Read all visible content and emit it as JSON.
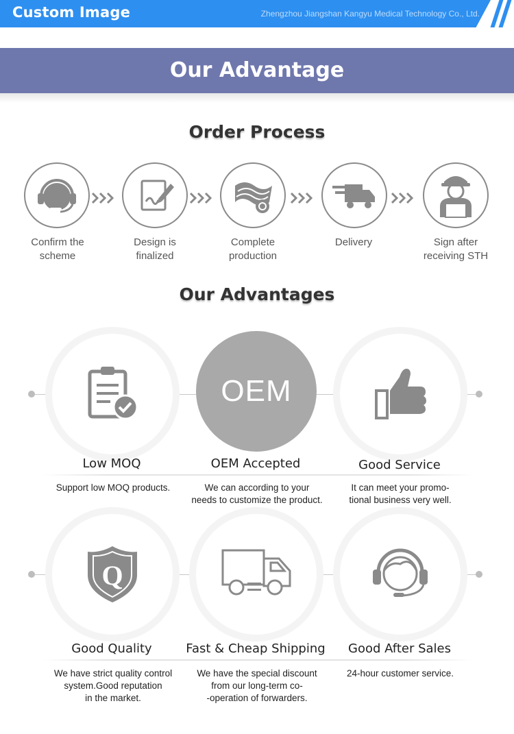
{
  "banner": {
    "title": "Custom Image",
    "company": "Zhengzhou Jiangshan Kangyu Medical Technology Co., Ltd."
  },
  "header": {
    "title": "Our Advantage"
  },
  "order_process": {
    "title": "Order Process",
    "steps": [
      {
        "label": "Confirm the\nscheme",
        "icon": "headset-icon"
      },
      {
        "label": "Design is\nfinalized",
        "icon": "document-sign-icon"
      },
      {
        "label": "Complete\nproduction",
        "icon": "fabric-roll-icon"
      },
      {
        "label": "Delivery",
        "icon": "delivery-truck-icon"
      },
      {
        "label": "Sign after\nreceiving STH",
        "icon": "courier-icon"
      }
    ]
  },
  "advantages": {
    "title": "Our Advantages",
    "items": [
      {
        "title": "Low MOQ",
        "desc": "Support low MOQ products.",
        "icon": "checklist-icon"
      },
      {
        "title": "OEM Accepted",
        "desc": "We can according to your\nneeds to customize the product.",
        "icon_text": "OEM"
      },
      {
        "title": "Good Service",
        "desc": "It can meet your promo-\ntional business very well.",
        "icon": "thumbs-up-icon"
      },
      {
        "title": "Good Quality",
        "desc": "We have strict quality control\nsystem.Good reputation\nin the market.",
        "icon": "quality-shield-icon",
        "icon_text": "Q"
      },
      {
        "title": "Fast & Cheap Shipping",
        "desc": "We have the special discount\nfrom our long-term co-\n-operation of forwarders.",
        "icon": "truck-icon"
      },
      {
        "title": "Good After Sales",
        "desc": "24-hour customer service.",
        "icon": "support-agent-icon"
      }
    ]
  },
  "colors": {
    "banner_blue": "#2d8ff0",
    "header_purple": "#6f78ad",
    "icon_gray": "#8a8a8a"
  }
}
